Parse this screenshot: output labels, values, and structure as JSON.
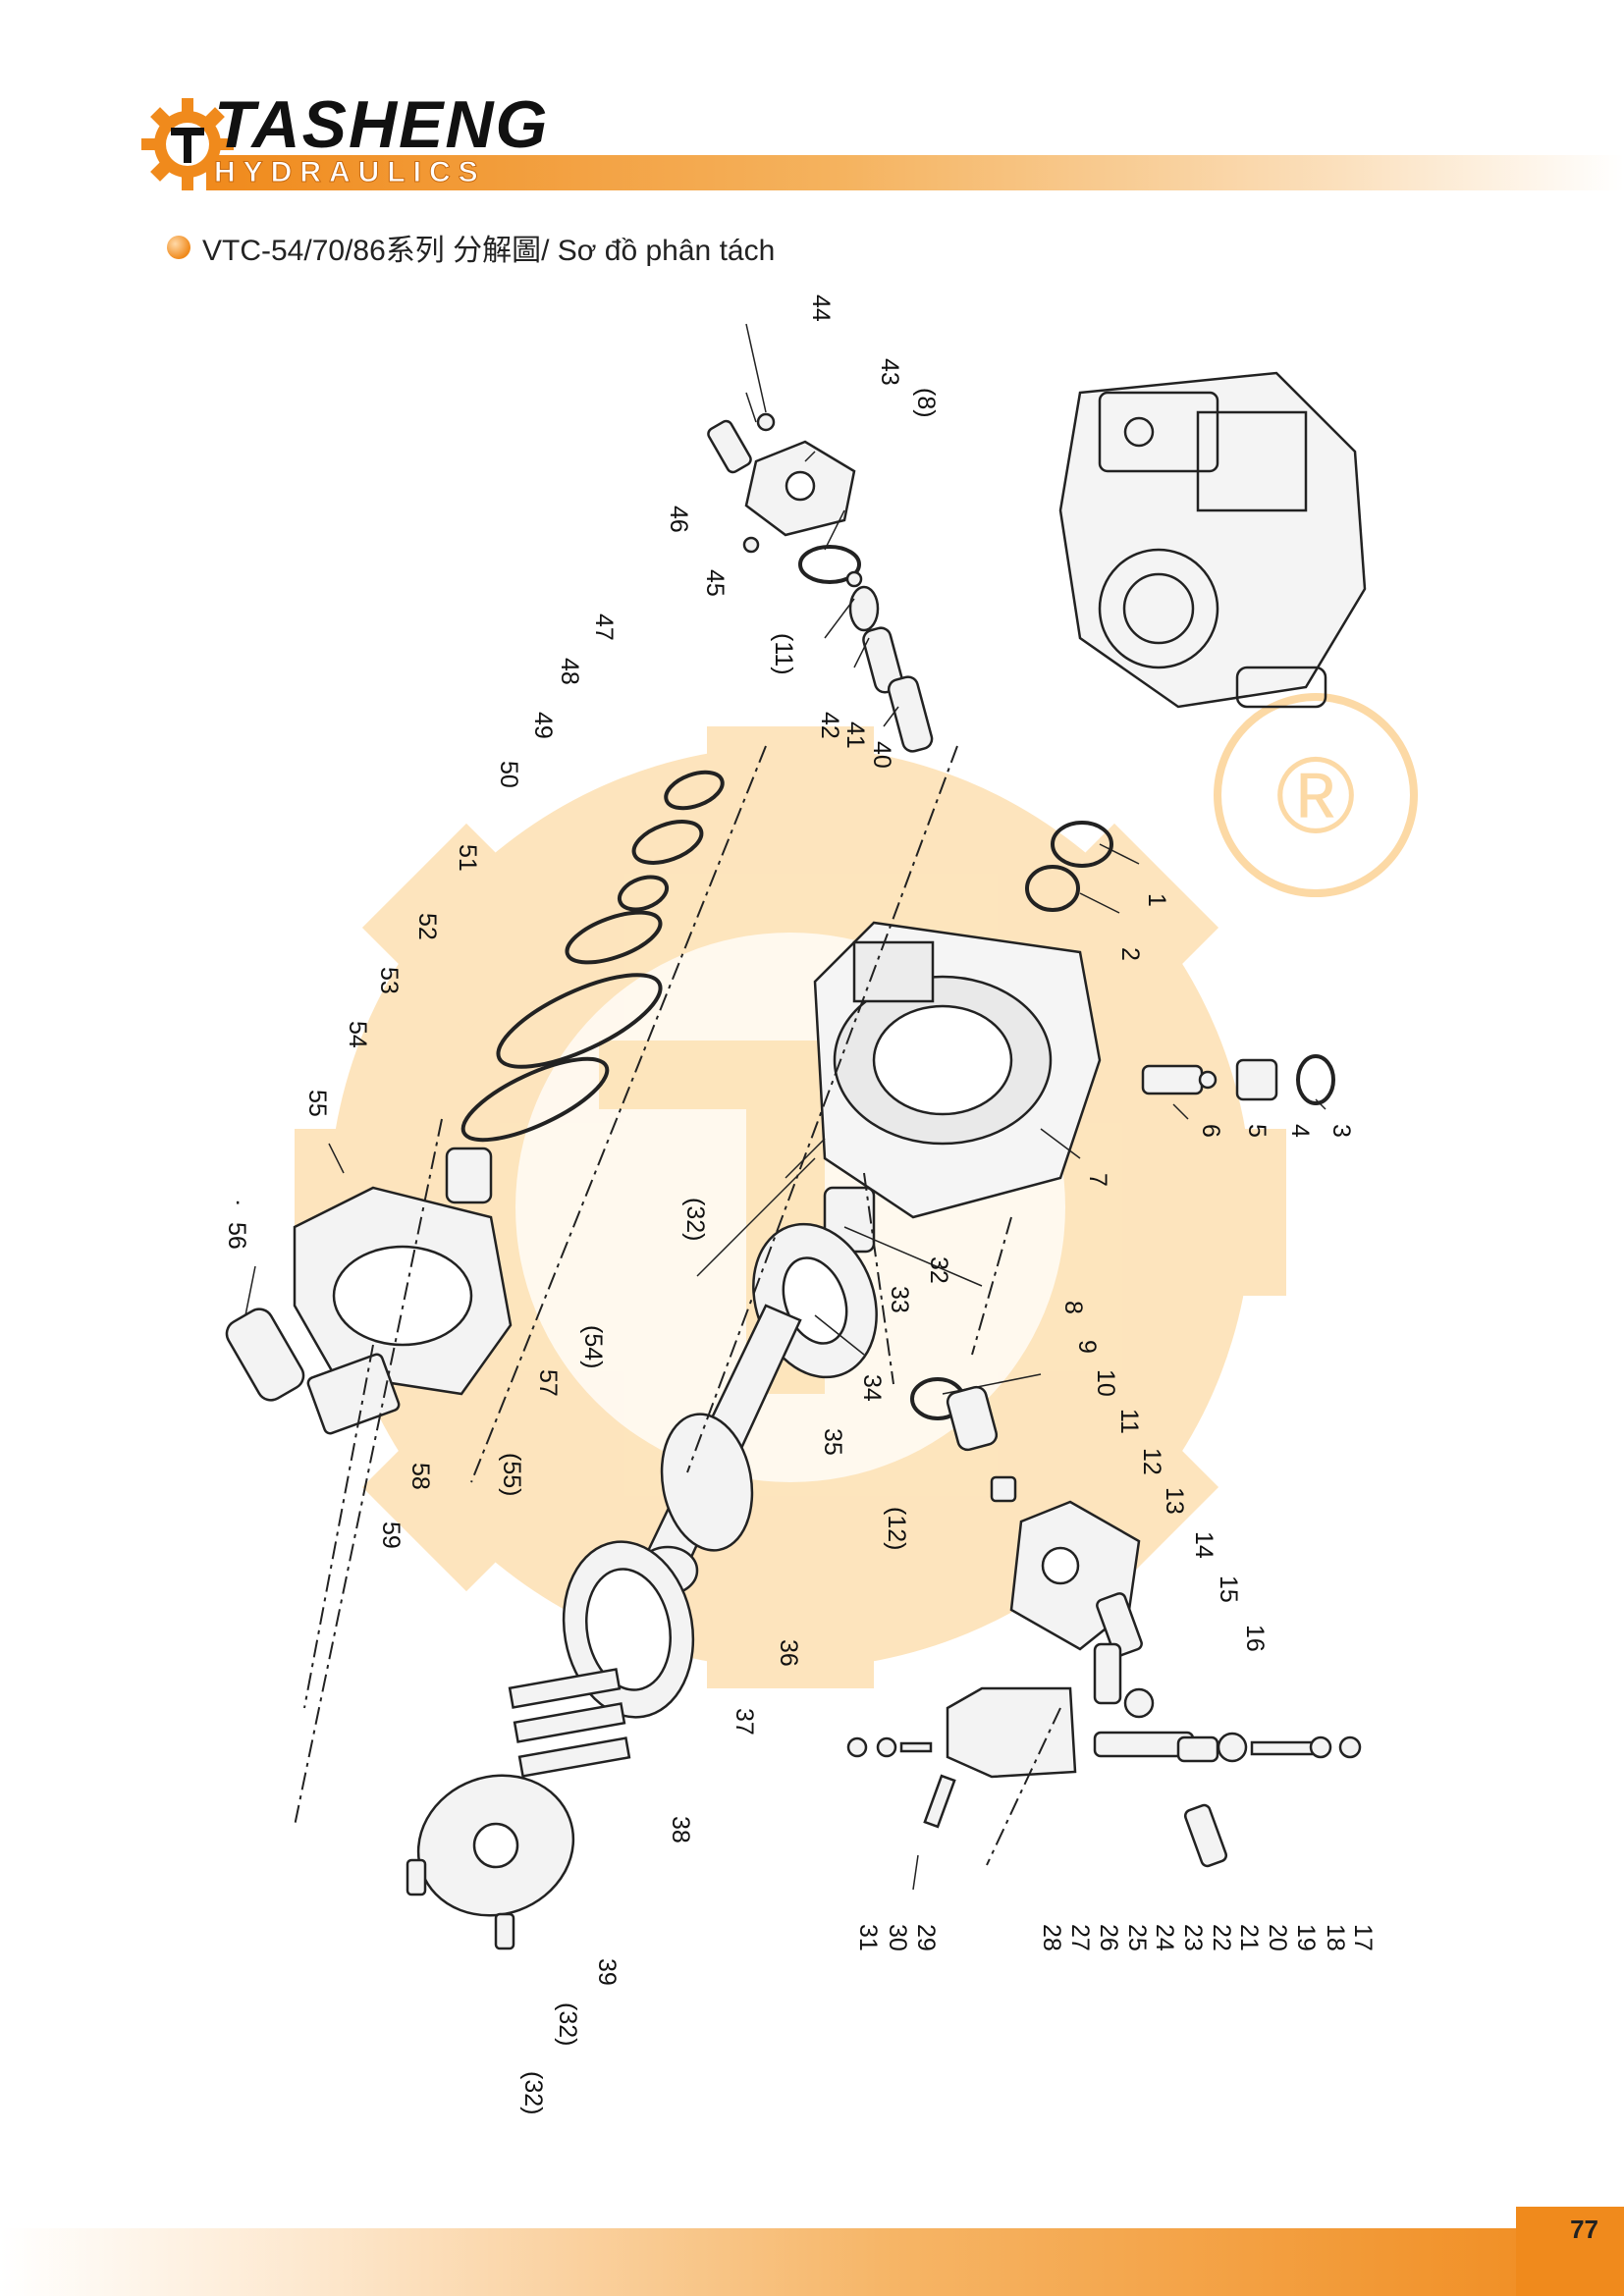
{
  "header": {
    "brand_name": "TASHENG",
    "brand_sub": "HYDRAULICS",
    "logo_icon": "gear-t-logo-icon",
    "accent_color": "#f08a1c"
  },
  "title": {
    "bullet_icon": "orange-circle-bullet-icon",
    "text": "VTC-54/70/86系列 分解圖/ Sơ đồ phân tách"
  },
  "diagram": {
    "watermark_icon": "tasheng-gear-watermark-icon",
    "registered_mark": "®",
    "part_labels": [
      "1",
      "2",
      "3",
      "4",
      "5",
      "6",
      "7",
      "8",
      "9",
      "10",
      "11",
      "12",
      "13",
      "14",
      "15",
      "16",
      "17",
      "18",
      "19",
      "20",
      "21",
      "22",
      "23",
      "24",
      "25",
      "26",
      "27",
      "28",
      "29",
      "30",
      "31",
      "32",
      "33",
      "34",
      "35",
      "36",
      "37",
      "38",
      "39",
      "40",
      "41",
      "42",
      "43",
      "44",
      "45",
      "46",
      "47",
      "48",
      "49",
      "50",
      "51",
      "52",
      "53",
      "54",
      "55",
      "56",
      "57",
      "58",
      "59",
      "(8)",
      "(11)",
      "(12)",
      "(32)",
      "(32)",
      "(32)",
      "(54)",
      "(55)",
      "·"
    ]
  },
  "footer": {
    "page_number": "77"
  }
}
